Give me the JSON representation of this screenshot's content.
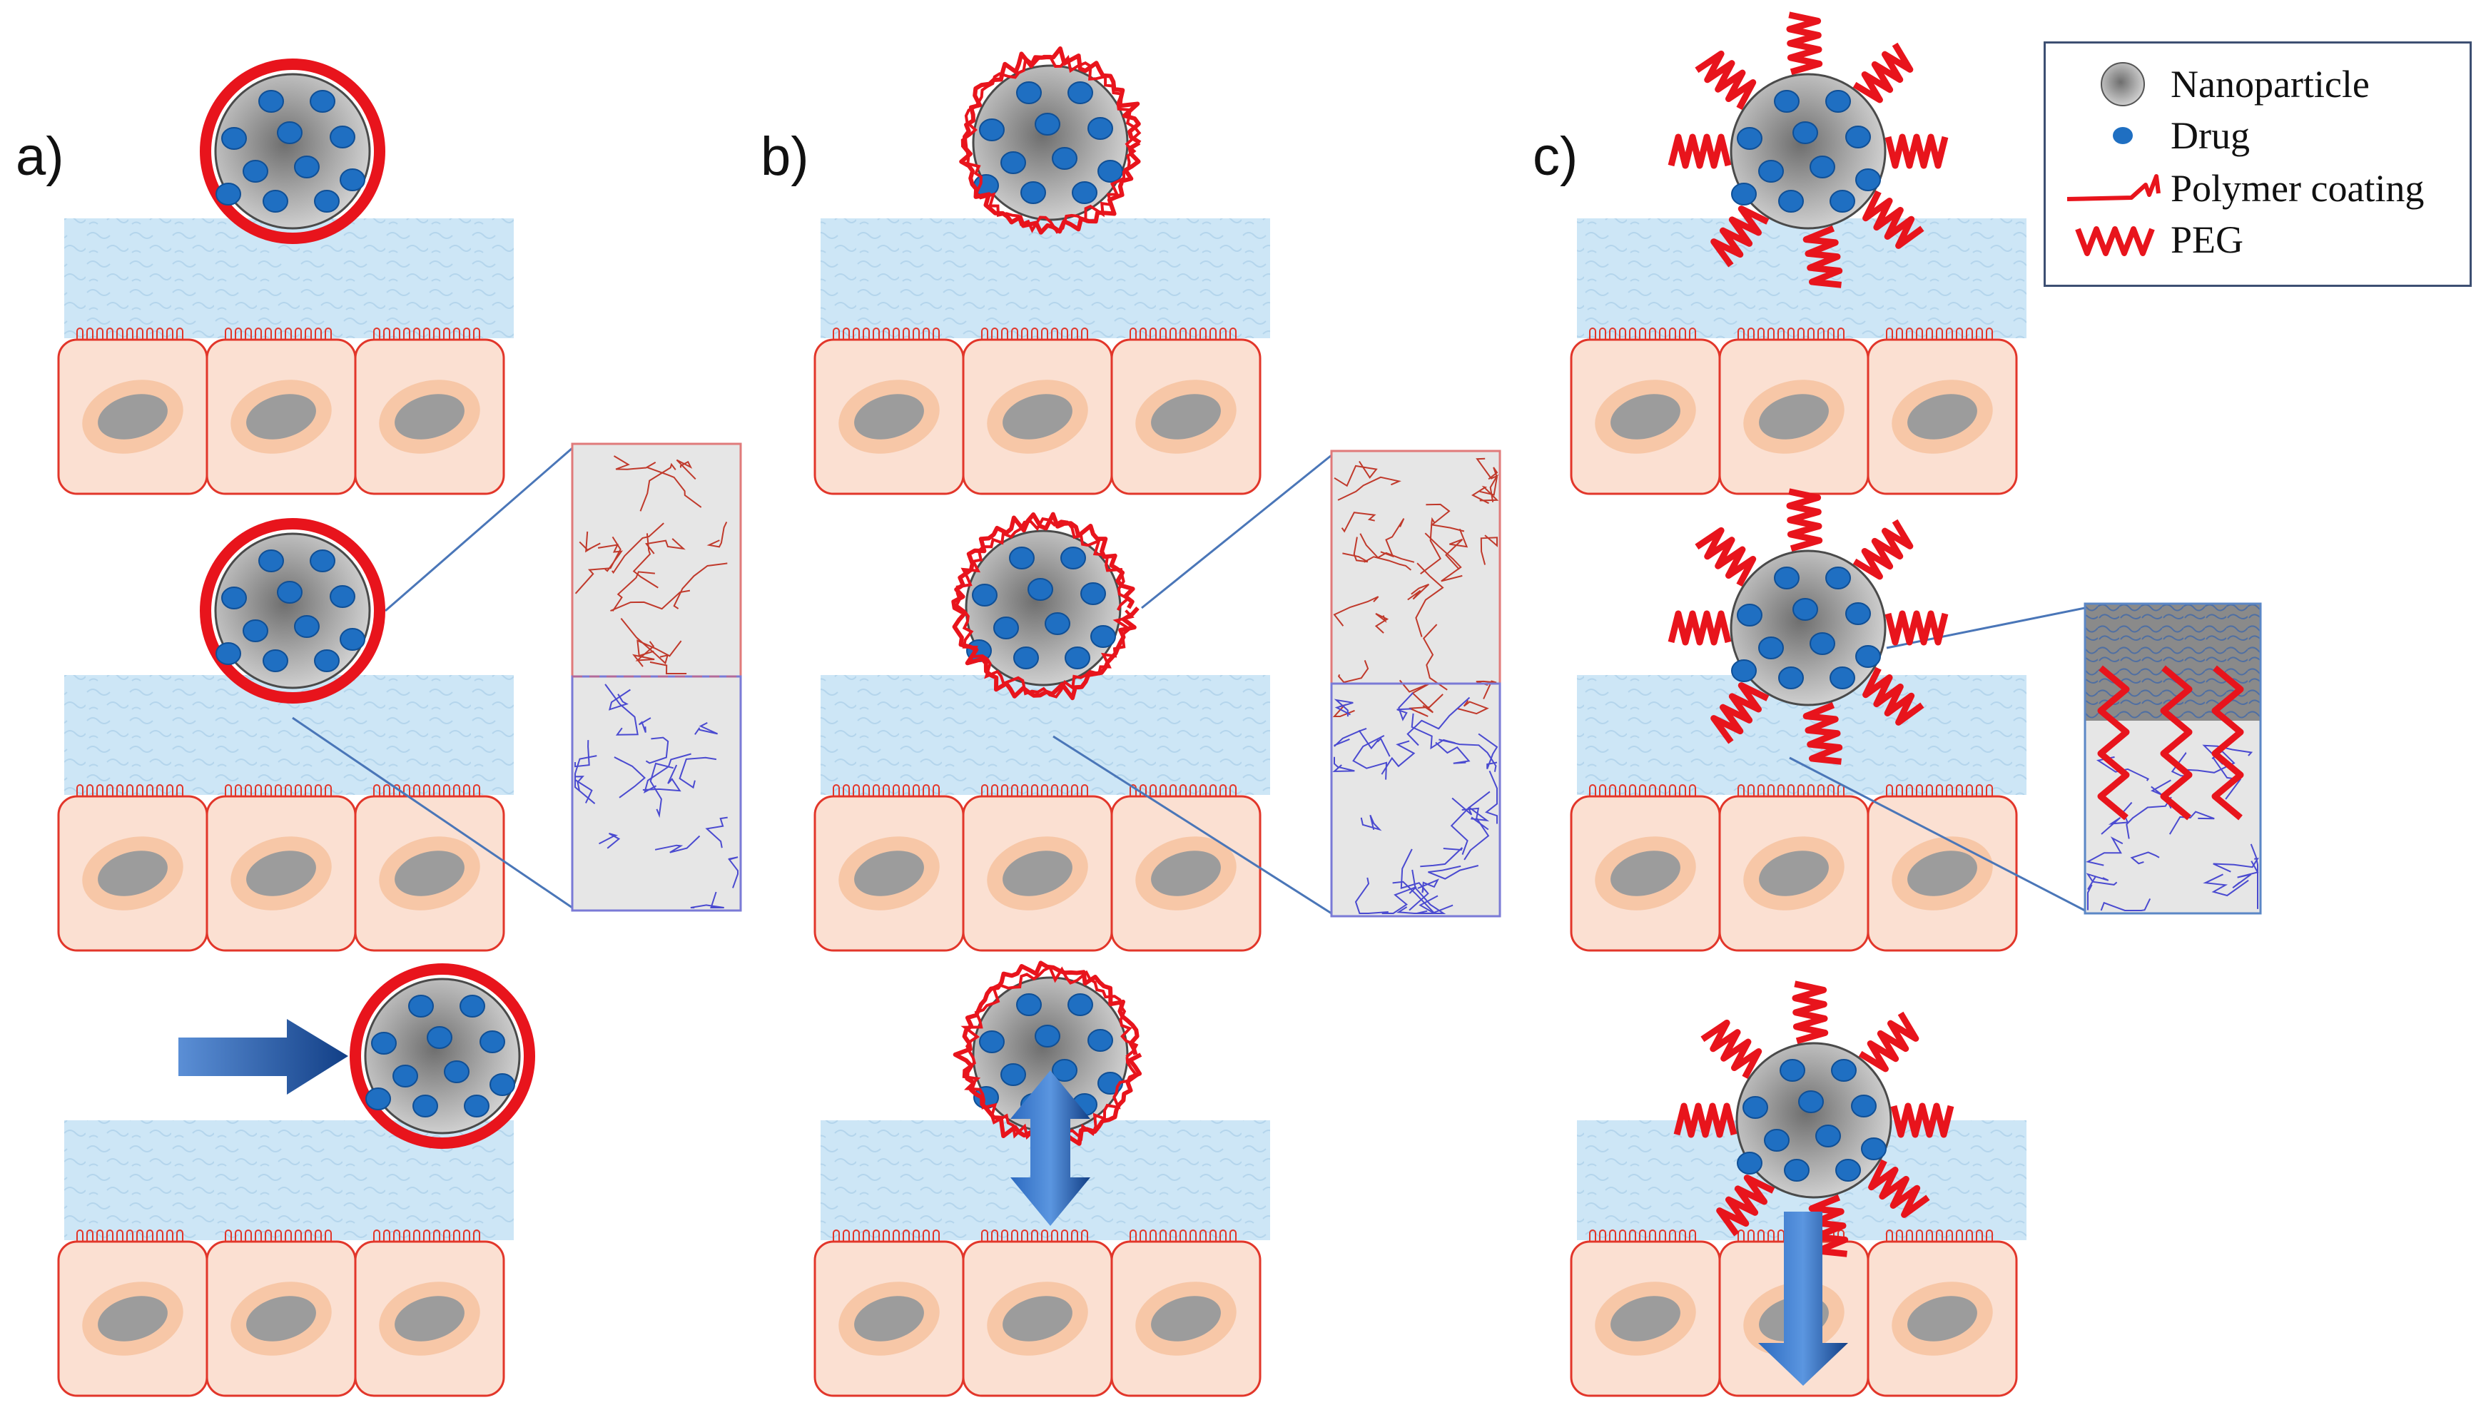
{
  "panels": [
    {
      "id": "a",
      "label": "a)"
    },
    {
      "id": "b",
      "label": "b)"
    },
    {
      "id": "c",
      "label": "c)"
    }
  ],
  "legend": {
    "items": [
      {
        "key": "nanoparticle",
        "label": "Nanoparticle",
        "icon": "nanoparticle-icon"
      },
      {
        "key": "drug",
        "label": "Drug",
        "icon": "drug-icon"
      },
      {
        "key": "polymer",
        "label": "Polymer coating",
        "icon": "polymer-coating-icon"
      },
      {
        "key": "peg",
        "label": "PEG",
        "icon": "peg-icon"
      }
    ]
  },
  "colors": {
    "polymer": "#e8141c",
    "drug": "#1f6fc2",
    "mucus": "#c9e3f4",
    "cell": "#fbe0d2",
    "cell_border": "#e2362a",
    "nucleus": "#9c9c9c",
    "arrow": "#1a5aa8",
    "zoom_line": "#4a76b8",
    "legend_border": "#3d4f72"
  }
}
